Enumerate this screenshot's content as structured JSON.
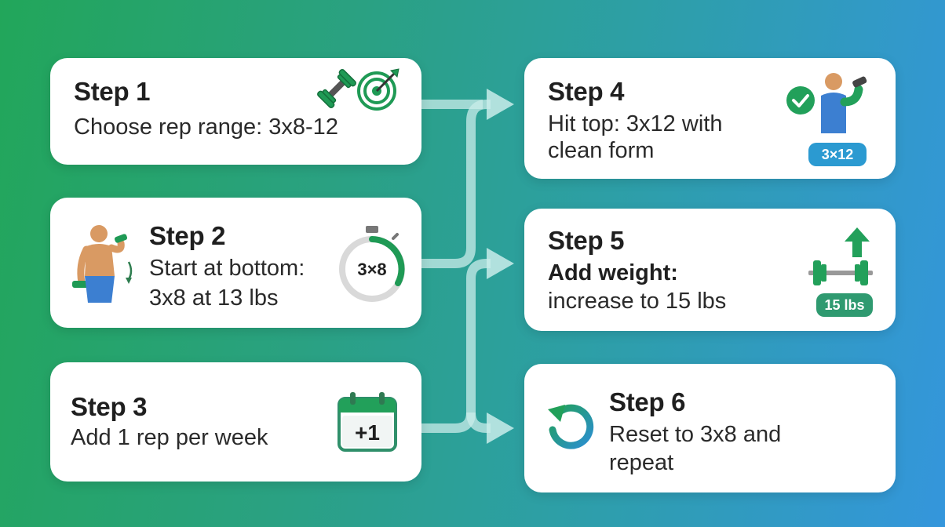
{
  "steps": [
    {
      "title": "Step 1",
      "text": "Choose rep range: 3x8-12"
    },
    {
      "title": "Step 2",
      "text_line1": "Start at bottom:",
      "text_line2": "3x8 at 13 lbs",
      "timer_label": "3×8"
    },
    {
      "title": "Step 3",
      "text": "Add 1 rep per week",
      "calendar_label": "+1"
    },
    {
      "title": "Step 4",
      "text_line1": "Hit top: 3x12 with",
      "text_line2": "clean form",
      "badge": "3×12"
    },
    {
      "title": "Step 5",
      "text_bold": "Add weight:",
      "text": "increase to 15 lbs",
      "badge": "15 lbs"
    },
    {
      "title": "Step 6",
      "text_line1": "Reset to 3x8 and",
      "text_line2": "repeat"
    }
  ],
  "icons": {
    "step1": [
      "dumbbell-icon",
      "target-icon"
    ],
    "step2": [
      "person-curling-dumbbell-icon",
      "stopwatch-icon"
    ],
    "step3": [
      "calendar-icon"
    ],
    "step4": [
      "checkmark-icon",
      "person-flexing-icon"
    ],
    "step5": [
      "up-arrow-icon",
      "barbell-icon"
    ],
    "step6": [
      "reset-arrow-icon"
    ]
  },
  "colors": {
    "accent_green": "#22a05a",
    "accent_teal": "#2f8f8a",
    "accent_blue": "#2b9ad1",
    "connector": "#c9ecea"
  }
}
